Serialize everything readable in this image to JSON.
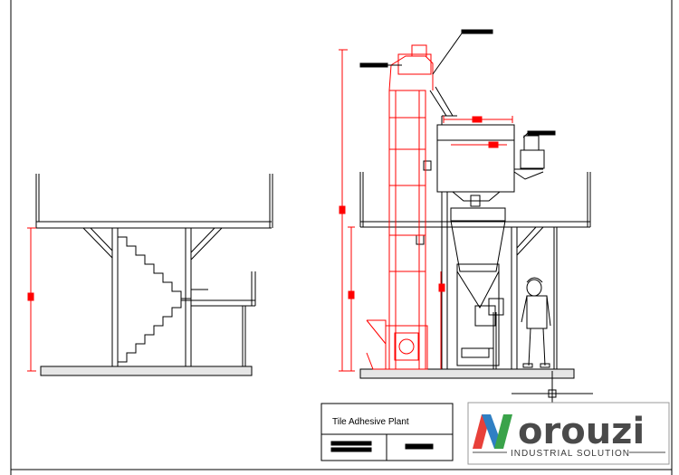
{
  "title_block": {
    "project_title": "Tile Adhesive Plant"
  },
  "logo": {
    "brand": "orouzi",
    "tagline": "INDUSTRIAL SOLUTION",
    "colors": {
      "red": "#e8403a",
      "blue": "#2f7fc3",
      "green": "#3aa34a",
      "text": "#4a4a4a"
    }
  },
  "colors": {
    "dimension": "#ff0000",
    "line": "#000000"
  }
}
